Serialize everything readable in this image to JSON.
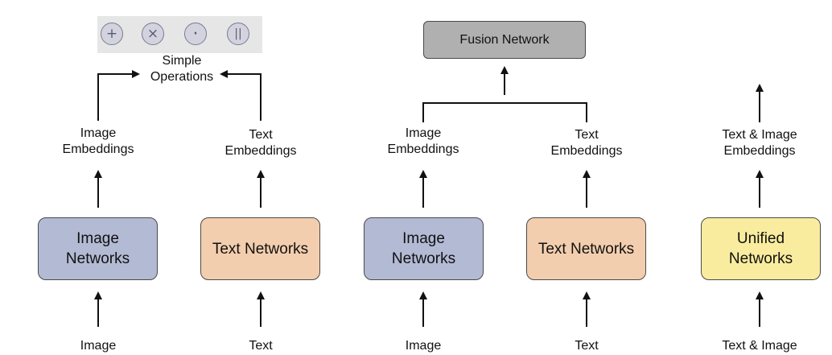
{
  "colors": {
    "image_networks": "#b3bad4",
    "text_networks": "#f3ceae",
    "unified_networks": "#f9ec9e",
    "fusion_network": "#b0b0b0",
    "operations_bar": "#e6e6e6",
    "arrow": "#111111"
  },
  "panel_a": {
    "operations": {
      "label": "Simple\nOperations",
      "icons": [
        "plus-icon",
        "times-icon",
        "dot-icon",
        "concat-icon"
      ],
      "glyphs": [
        "+",
        "×",
        "·",
        "||"
      ]
    },
    "image_embeddings": "Image\nEmbeddings",
    "text_embeddings": "Text\nEmbeddings",
    "image_networks": "Image\nNetworks",
    "text_networks": "Text Networks",
    "image_input": "Image",
    "text_input": "Text"
  },
  "panel_b": {
    "fusion_network": "Fusion Network",
    "image_embeddings": "Image\nEmbeddings",
    "text_embeddings": "Text\nEmbeddings",
    "image_networks": "Image\nNetworks",
    "text_networks": "Text Networks",
    "image_input": "Image",
    "text_input": "Text"
  },
  "panel_c": {
    "embeddings": "Text & Image\nEmbeddings",
    "unified_networks": "Unified\nNetworks",
    "input": "Text & Image"
  }
}
